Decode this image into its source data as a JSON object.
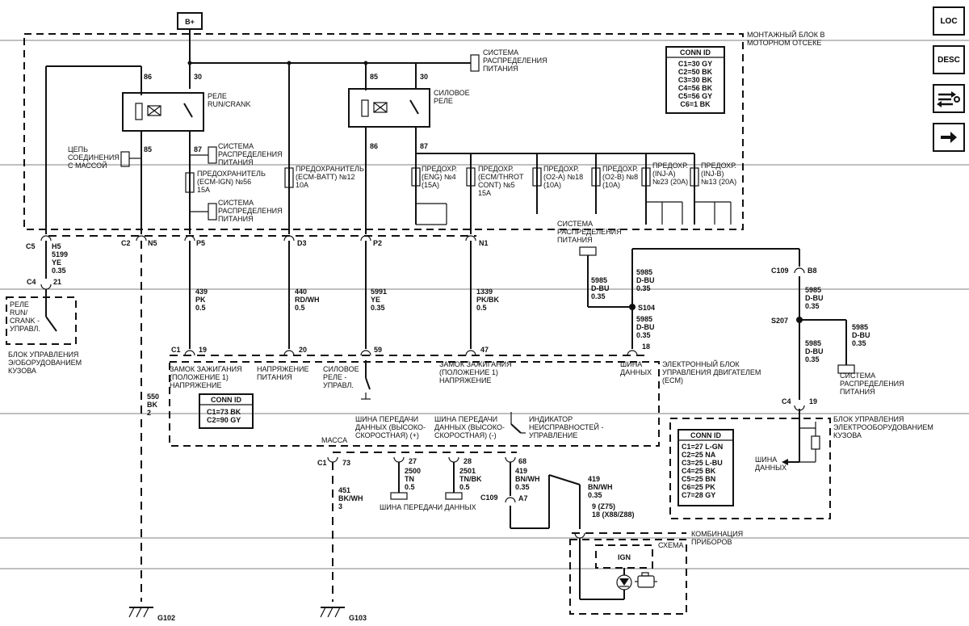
{
  "power_source": "B+",
  "underhood_block": "МОНТАЖНЫЙ БЛОК В МОТОРНОМ ОТСЕКЕ",
  "underhood_conn": {
    "title": "CONN ID",
    "rows": [
      "C1=30 GY",
      "C2=50 BK",
      "C3=30 BK",
      "C4=56 BK",
      "C5=56 GY",
      "C6=1 BK"
    ]
  },
  "ecm": {
    "name": "ЭЛЕКТРОННЫЙ БЛОК УПРАВЛЕНИЯ ДВИГАТЕЛЕМ (ECM)",
    "conn": {
      "title": "CONN ID",
      "rows": [
        "C1=73 BK",
        "C2=90 GY"
      ]
    }
  },
  "bcm": {
    "name": "БЛОК УПРАВЛЕНИЯ ЭЛЕКТРООБОРУДОВАНИЕМ КУЗОВА",
    "conn": {
      "title": "CONN ID",
      "rows": [
        "C1=27 L-GN",
        "C2=25 NA",
        "C3=25 L-BU",
        "C4=25 BK",
        "C5=25 BN",
        "C6=25 PK",
        "C7=28 GY"
      ]
    }
  },
  "labels": {
    "relay_runcrank": "РЕЛЕ RUN/CRANK",
    "power_relay": "СИЛОВОЕ РЕЛЕ",
    "ground_circuit": "ЦЕПЬ СОЕДИНЕНИЯ С МАССОЙ",
    "power_distribution": "СИСТЕМА РАСПРЕДЕЛЕНИЯ ПИТАНИЯ",
    "fuse_ecm_ign": "ПРЕДОХРАНИТЕЛЬ (ECM-IGN) №56 15A",
    "fuse_ecm_batt": "ПРЕДОХРАНИТЕЛЬ (ECM-BATT) №12 10A",
    "fuse_eng": "ПРЕДОХР. (ENG) №4 (15A)",
    "fuse_throt": "ПРЕДОХР. (ECM/THROT CONT) №5 15A",
    "fuse_o2a": "ПРЕДОХР. (O2-A) №18 (10A)",
    "fuse_o2b": "ПРЕДОХР. (O2-B) №8 (10A)",
    "fuse_inja": "ПРЕДОХР. (INJ-A) №23 (20A)",
    "fuse_injb": "ПРЕДОХР. (INJ-B) №13 (20A)",
    "bcm_relay_ctrl": "РЕЛЕ RUN/ CRANK - УПРАВЛ.",
    "bcm_short": "БЛОК УПРАВЛЕНИЯ Э/ОБОРУДОВАНИЕМ КУЗОВА",
    "ign_switch_voltage": "ЗАМОК ЗАЖИГАНИЯ (ПОЛОЖЕНИЕ 1) НАПРЯЖЕНИЕ",
    "supply_voltage": "НАПРЯЖЕНИЕ ПИТАНИЯ",
    "power_relay_ctrl": "СИЛОВОЕ РЕЛЕ - УПРАВЛ.",
    "data_bus": "ШИНА ДАННЫХ",
    "ground": "МАССА",
    "hs_data_plus": "ШИНА ПЕРЕДАЧИ ДАННЫХ (ВЫСОКО-СКОРОСТНАЯ) (+)",
    "hs_data_minus": "ШИНА ПЕРЕДАЧИ ДАННЫХ (ВЫСОКО-СКОРОСТНАЯ) (-)",
    "mil": "ИНДИКАТОР НЕИСПРАВНОСТЕЙ - УПРАВЛЕНИЕ",
    "data_bus_line": "ШИНА ПЕРЕДАЧИ ДАННЫХ",
    "cluster": "КОМБИНАЦИЯ ПРИБОРОВ",
    "scheme": "СХЕМА",
    "ign": "IGN"
  },
  "wires": {
    "w5199": "5199 YE 0.35",
    "w439": "439 PK 0.5",
    "w440": "440 RD/WH 0.5",
    "w5991": "5991 YE 0.35",
    "w1339": "1339 PK/BK 0.5",
    "w550": "550 BK 2",
    "w5985": "5985 D-BU 0.35",
    "w2500": "2500 TN 0.5",
    "w2501": "2501 TN/BK 0.5",
    "w419": "419 BN/WH 0.35",
    "w451": "451 BK/WH 3"
  },
  "connectors": {
    "c5": "C5",
    "h5": "H5",
    "c4": "C4",
    "p21": "21",
    "c2": "C2",
    "n5": "N5",
    "p5": "P5",
    "d3": "D3",
    "p2": "P2",
    "n1": "N1",
    "c1": "C1",
    "p19": "19",
    "p20": "20",
    "p59": "59",
    "p47": "47",
    "p18": "18",
    "s104": "S104",
    "c109": "C109",
    "b8": "B8",
    "s207": "S207",
    "p73": "73",
    "p27": "27",
    "p28": "28",
    "p68": "68",
    "a7": "A7",
    "p9": "9 (Z75)",
    "p18b": "18 (X88/Z88)",
    "pin86": "86",
    "pin30": "30",
    "pin85": "85",
    "pin87": "87"
  },
  "grounds": [
    "G102",
    "G103"
  ],
  "side_buttons": [
    "LOC",
    "DESC"
  ]
}
